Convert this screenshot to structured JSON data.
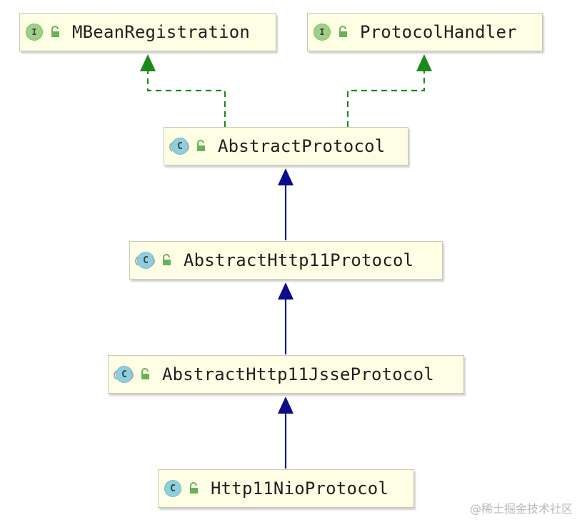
{
  "nodes": {
    "mbean": {
      "kind": "I",
      "name": "MBeanRegistration"
    },
    "protocol_handler": {
      "kind": "I",
      "name": "ProtocolHandler"
    },
    "abstract_protocol": {
      "kind": "C",
      "name": "AbstractProtocol"
    },
    "abstract_http11": {
      "kind": "C",
      "name": "AbstractHttp11Protocol"
    },
    "abstract_http11_jsse": {
      "kind": "C",
      "name": "AbstractHttp11JsseProtocol"
    },
    "http11_nio": {
      "kind": "C",
      "name": "Http11NioProtocol"
    }
  },
  "colors": {
    "implements_edge": "#1a8a1a",
    "extends_edge": "#0b0b8c",
    "node_fill": "#fefee4"
  },
  "watermark": "@稀土掘金技术社区"
}
